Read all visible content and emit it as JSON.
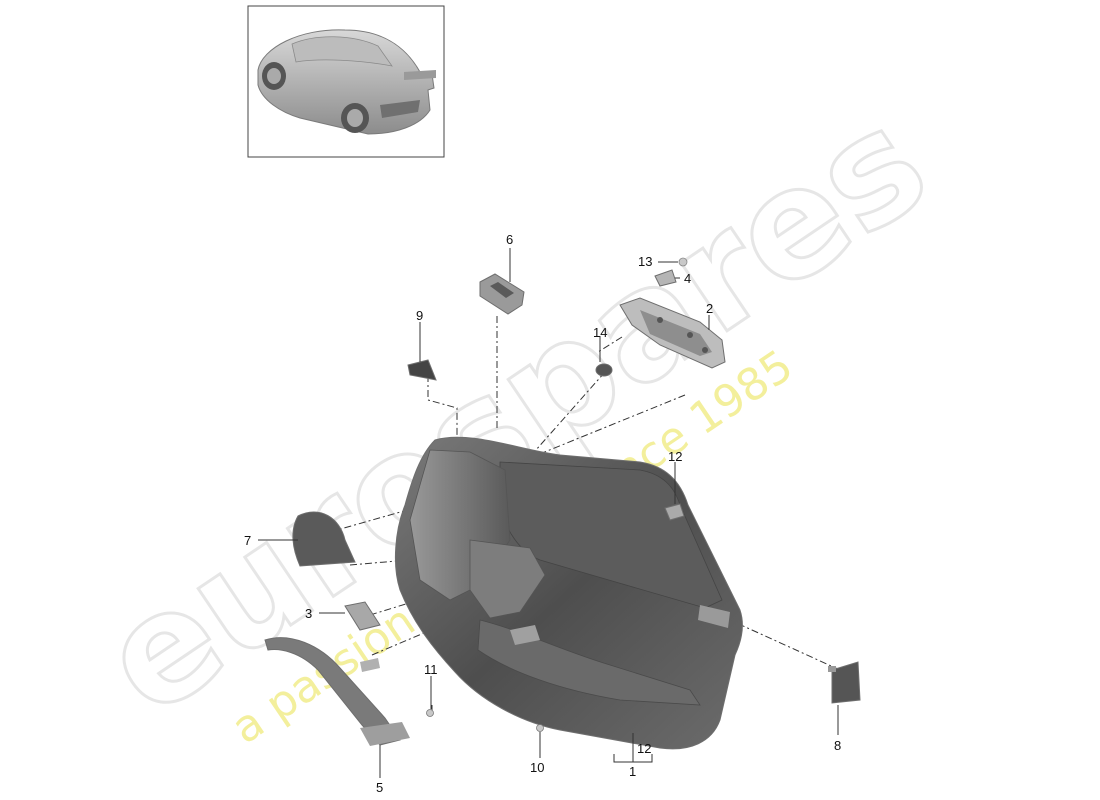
{
  "watermark": {
    "brand": "eurospares",
    "tagline": "a passion for parts since 1985"
  },
  "thumbnail": {
    "icon": "car-rear-three-quarter-icon"
  },
  "callouts": {
    "p1": "1",
    "p2": "2",
    "p3": "3",
    "p4": "4",
    "p5": "5",
    "p6": "6",
    "p7": "7",
    "p8": "8",
    "p9": "9",
    "p10": "10",
    "p11": "11",
    "p12_upper": "12",
    "p12_lower": "12",
    "p13": "13",
    "p14": "14"
  },
  "colors": {
    "part_dark": "#555555",
    "part_mid": "#8a8a8a",
    "part_light": "#c4c4c4",
    "watermark_outline": "#e6e6e6",
    "watermark_tagline": "#f3ef9c"
  }
}
